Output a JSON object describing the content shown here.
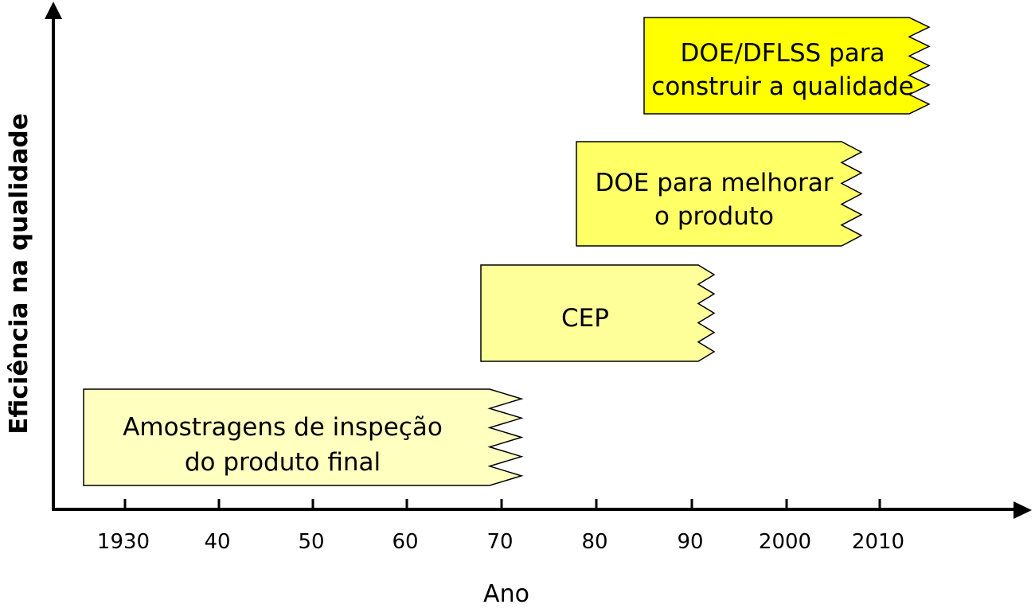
{
  "axes": {
    "x_title": "Ano",
    "y_title": "Eficiência na qualidade",
    "x_ticks": [
      "1930",
      "40",
      "50",
      "60",
      "70",
      "80",
      "90",
      "2000",
      "2010"
    ]
  },
  "stages": [
    {
      "lines": [
        "Amostragens de inspeção",
        "do produto final"
      ],
      "color": "#ffffc0"
    },
    {
      "lines": [
        "CEP"
      ],
      "color": "#ffff99"
    },
    {
      "lines": [
        "DOE para melhorar",
        "o produto"
      ],
      "color": "#ffff66"
    },
    {
      "lines": [
        "DOE/DFLSS para",
        "construir a qualidade"
      ],
      "color": "#ffff00"
    }
  ]
}
